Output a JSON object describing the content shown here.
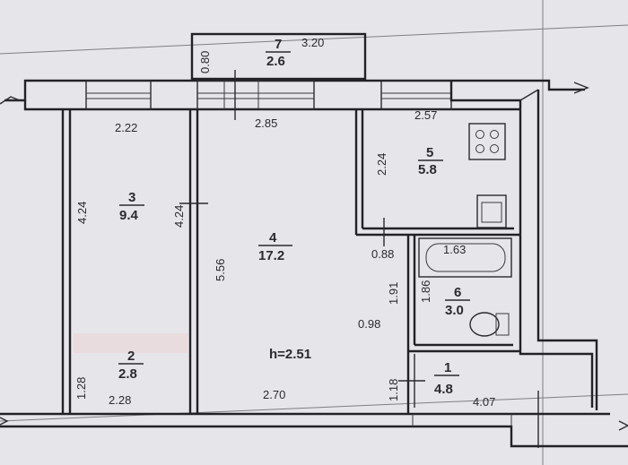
{
  "ceiling_height": "h=2.51",
  "rooms": [
    {
      "id": "r1",
      "number": "1",
      "area": "4.8"
    },
    {
      "id": "r2",
      "number": "2",
      "area": "2.8"
    },
    {
      "id": "r3",
      "number": "3",
      "area": "9.4"
    },
    {
      "id": "r4",
      "number": "4",
      "area": "17.2"
    },
    {
      "id": "r5",
      "number": "5",
      "area": "5.8"
    },
    {
      "id": "r6",
      "number": "6",
      "area": "3.0"
    },
    {
      "id": "r7",
      "number": "7",
      "area": "2.6"
    }
  ],
  "dimensions": {
    "d080": "0.80",
    "d320": "3.20",
    "d222": "2.22",
    "d285": "2.85",
    "d257": "2.57",
    "d424a": "4.24",
    "d424b": "4.24",
    "d224": "2.24",
    "d556": "5.56",
    "d088": "0.88",
    "d163": "1.63",
    "d191": "1.91",
    "d186": "1.86",
    "d098": "0.98",
    "d128": "1.28",
    "d228": "2.28",
    "d270": "2.70",
    "d118": "1.18",
    "d407": "4.07"
  },
  "colors": {
    "paper": "#e6e6ea",
    "ink": "#222226",
    "highlight": "#e9d9dc"
  },
  "icons": [
    "stove-icon",
    "kitchen-sink-icon",
    "bathtub-icon",
    "washbasin-icon",
    "door-icon",
    "window-icon"
  ]
}
